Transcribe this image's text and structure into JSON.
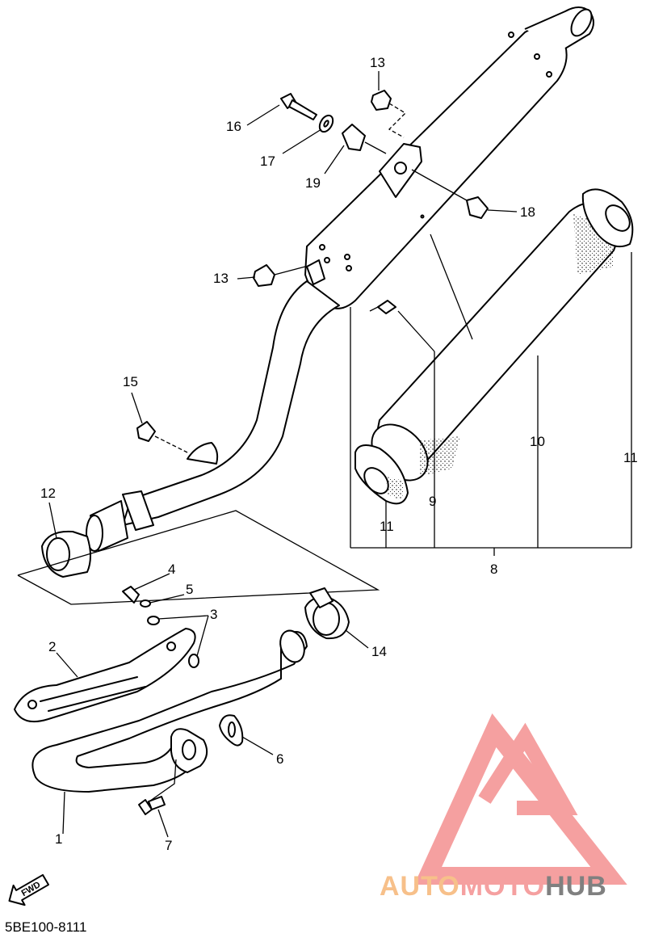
{
  "diagram": {
    "code": "5BE100-8111",
    "fwd_label": "FWD",
    "callouts": {
      "c1": "1",
      "c2": "2",
      "c3": "3",
      "c4": "4",
      "c5": "5",
      "c6": "6",
      "c7": "7",
      "c8": "8",
      "c9": "9",
      "c10": "10",
      "c11a": "11",
      "c11b": "11",
      "c12": "12",
      "c13a": "13",
      "c13b": "13",
      "c14": "14",
      "c15": "15",
      "c16": "16",
      "c17": "17",
      "c18": "18",
      "c19": "19"
    }
  },
  "watermark": {
    "part1": "AUTO",
    "part2": "MOTO",
    "part3": "HUB",
    "color_primary": "#f5a0a0",
    "color_secondary": "#f7c08a",
    "color_dark": "#808080"
  }
}
